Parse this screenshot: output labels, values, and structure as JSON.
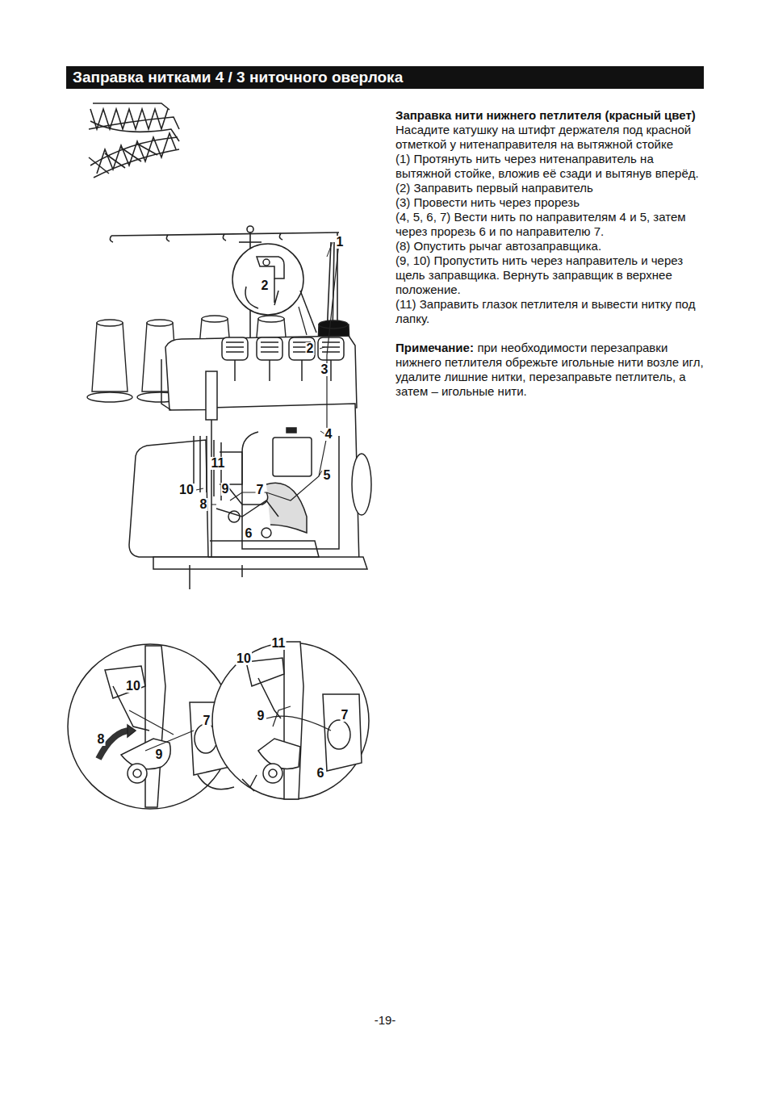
{
  "diagram": {
    "title": "Заправка нитками 4 / 3 ниточного оверлока",
    "labels": [
      "Заправка нити нижнего петлителя (красный цвет)",
      "Насадите катушку на штифт держателя под красной отметкой у нитенаправителя на вытяжной стойке",
      "(1) Протянуть нить через нитенаправитель на вытяжной стойке, вложив её сзади и вытянув вперёд.",
      "(2) Заправить первый направитель",
      "(3) Провести нить через прорезь",
      "(4, 5, 6, 7) Вести нить по направителям 4 и 5, затем через прорезь 6 и по направителю 7.",
      "(8) Опустить рычаг автозаправщика.",
      "(9, 10) Пропустить нить через направитель и через щель заправщика. Вернуть заправщик в верхнее положение.",
      "(11) Заправить глазок петлителя и вывести нитку под лапку.",
      "Примечание:",
      "при необходимости перезаправки нижнего петлителя обрежьте игольные нити возле игл, удалите лишние нитки, перезаправьте петлитель, а затем – игольные нити.",
      "1",
      "2",
      "2",
      "3",
      "4",
      "5",
      "7",
      "10",
      "11",
      "8",
      "9",
      "6",
      "10",
      "8",
      "9",
      "7",
      "11",
      "10",
      "9",
      "7",
      "6",
      "-19-"
    ]
  }
}
